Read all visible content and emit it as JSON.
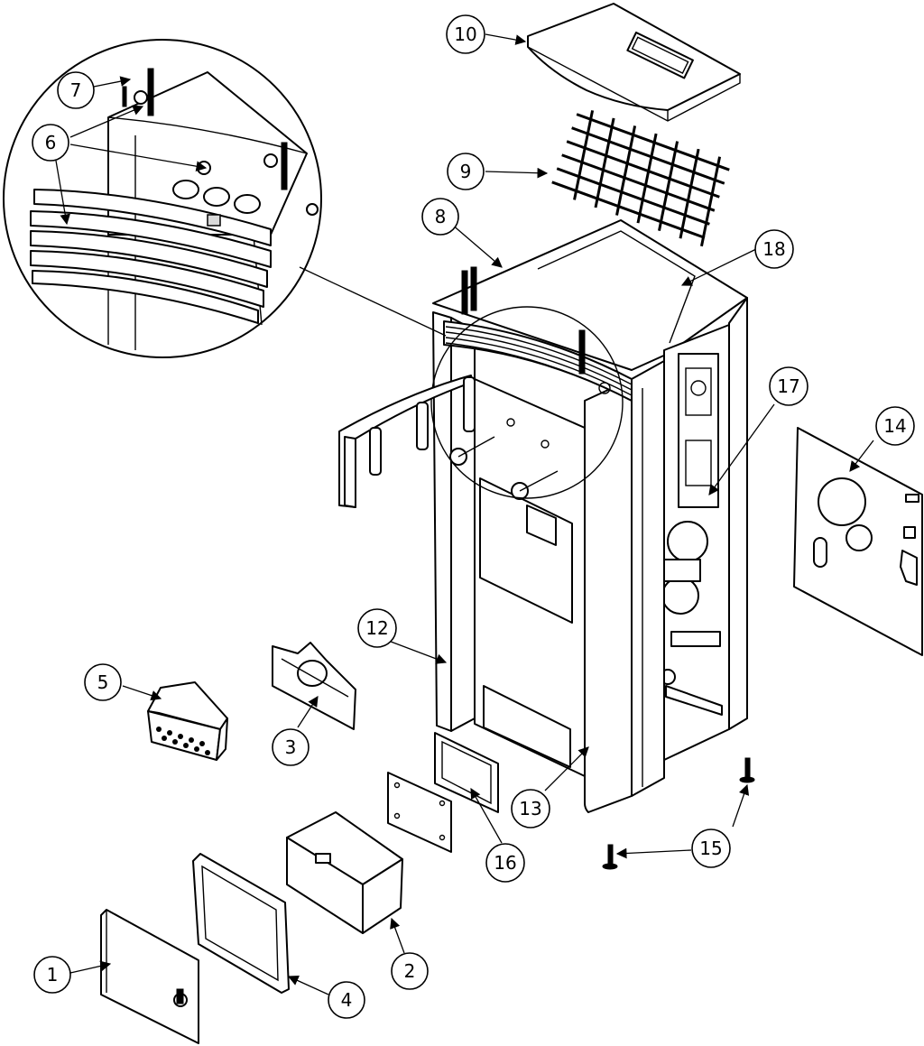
{
  "callouts": [
    {
      "id": "1",
      "label": "1"
    },
    {
      "id": "2",
      "label": "2"
    },
    {
      "id": "3",
      "label": "3"
    },
    {
      "id": "4",
      "label": "4"
    },
    {
      "id": "5",
      "label": "5"
    },
    {
      "id": "6",
      "label": "6"
    },
    {
      "id": "7",
      "label": "7"
    },
    {
      "id": "8",
      "label": "8"
    },
    {
      "id": "9",
      "label": "9"
    },
    {
      "id": "10",
      "label": "10"
    },
    {
      "id": "12",
      "label": "12"
    },
    {
      "id": "13",
      "label": "13"
    },
    {
      "id": "14",
      "label": "14"
    },
    {
      "id": "15",
      "label": "15"
    },
    {
      "id": "16",
      "label": "16"
    },
    {
      "id": "17",
      "label": "17"
    },
    {
      "id": "18",
      "label": "18"
    }
  ]
}
